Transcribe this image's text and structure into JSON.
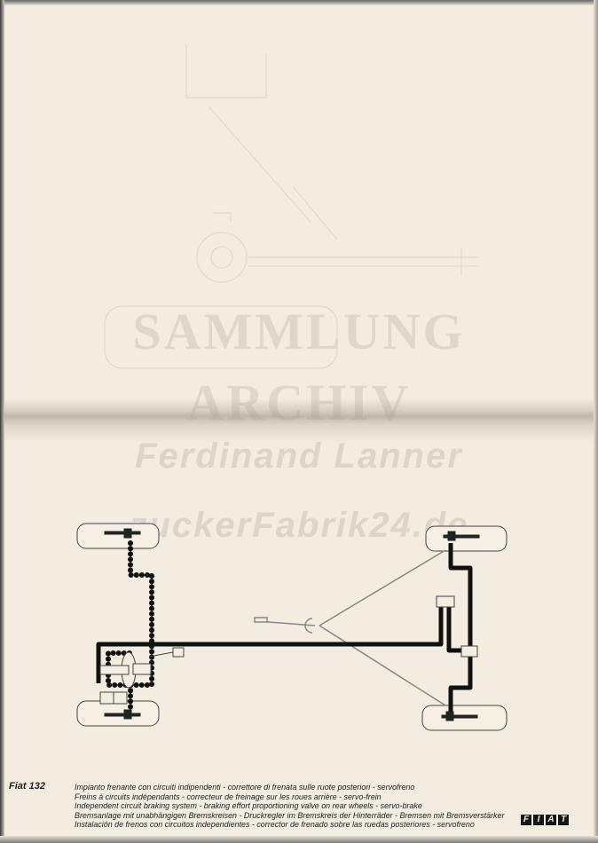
{
  "watermark": {
    "line1": "SAMMLUNG",
    "line2": "ARCHIV",
    "line3": "Ferdinand Lanner",
    "line4": "zuckerFabrik24.de"
  },
  "caption": {
    "model": "Fiat 132",
    "lines": [
      "Impianto frenante con circuiti indipendenti - correttore di frenata sulle ruote posteriori - servofreno",
      "Freins à circuits indépendants - correcteur de freinage sur les roues arrière - servo-frein",
      "Independent circuit braking system - braking effort proportioning valve on rear wheels - servo-brake",
      "Bremsanlage mit unabhängigen Bremskreisen - Druckregler im Bremskreis der Hinterräder - Bremsen mit Bremsverstärker",
      "Instalación de frenos con circuitos independientes - corrector de frenado sobre las ruedas posteriores - servofreno"
    ]
  },
  "logo": {
    "letters": [
      "F",
      "I",
      "A",
      "T"
    ]
  }
}
